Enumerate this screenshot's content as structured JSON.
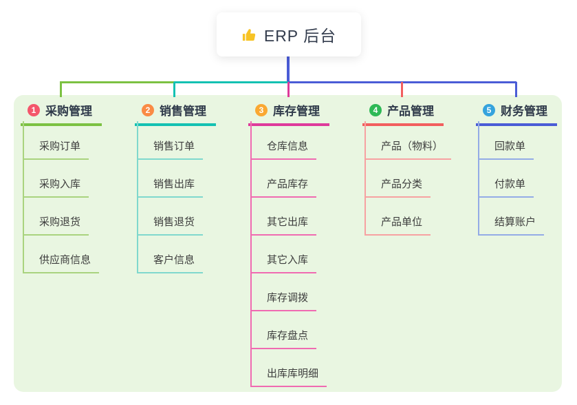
{
  "root": {
    "icon": "thumbs-up-icon",
    "label": "ERP 后台"
  },
  "branches": [
    {
      "number": "1",
      "title": "采购管理",
      "color": "#7cc142",
      "color_light": "#a9d37e",
      "badge_color": "#f4566b",
      "children": [
        "采购订单",
        "采购入库",
        "采购退货",
        "供应商信息"
      ]
    },
    {
      "number": "2",
      "title": "销售管理",
      "color": "#14c1b2",
      "color_light": "#7fd8cd",
      "badge_color": "#fa8b45",
      "children": [
        "销售订单",
        "销售出库",
        "销售退货",
        "客户信息"
      ]
    },
    {
      "number": "3",
      "title": "库存管理",
      "color": "#de3a9b",
      "color_light": "#f06ab1",
      "badge_color": "#faa832",
      "children": [
        "仓库信息",
        "产品库存",
        "其它出库",
        "其它入库",
        "库存调拨",
        "库存盘点",
        "出库库明细"
      ]
    },
    {
      "number": "4",
      "title": "产品管理",
      "color": "#f25e5e",
      "color_light": "#f7a1a1",
      "badge_color": "#2eb956",
      "children": [
        "产品（物料）",
        "产品分类",
        "产品单位"
      ]
    },
    {
      "number": "5",
      "title": "财务管理",
      "color": "#4a5cd6",
      "color_light": "#93abe6",
      "badge_color": "#35a3dd",
      "children": [
        "回款单",
        "付款单",
        "结算账户"
      ]
    }
  ],
  "connector_color": "#4a5cd6",
  "panel_bg": "#e9f6e1",
  "canvas_bg": "#ffffff"
}
